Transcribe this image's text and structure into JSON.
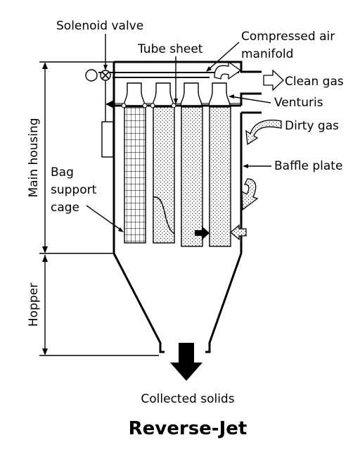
{
  "labels": {
    "solenoid_valve": "Solenoid valve",
    "compressed_air_line1": "Compressed air",
    "compressed_air_line2": "manifold",
    "tube_sheet": "Tube sheet",
    "clean_gas": "Clean gas",
    "venturis": "Venturis",
    "dirty_gas": "Dirty gas",
    "baffle_plate": "Baffle plate",
    "main_housing": "Main housing",
    "bag_support_cage_line1": "Bag",
    "bag_support_cage_line2": "support",
    "bag_support_cage_line3": "cage",
    "hopper": "Hopper",
    "collected_solids": "Collected solids"
  },
  "title": "Reverse-Jet"
}
